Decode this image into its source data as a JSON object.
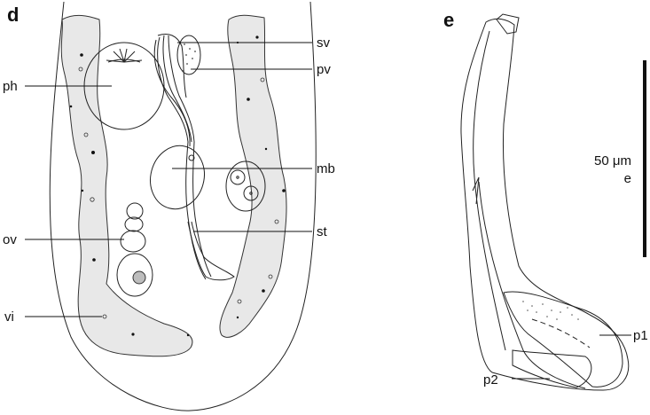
{
  "panels": {
    "left": "d",
    "right": "e"
  },
  "labels": {
    "ph": "ph",
    "ov": "ov",
    "vi": "vi",
    "sv": "sv",
    "pv": "pv",
    "mb": "mb",
    "st": "st",
    "p1": "p1",
    "p2": "p2"
  },
  "scale_bar": {
    "value": "50 μm",
    "panel": "e"
  },
  "colors": {
    "vitellarium_fill": "#e8e8e8",
    "line": "#222222"
  }
}
